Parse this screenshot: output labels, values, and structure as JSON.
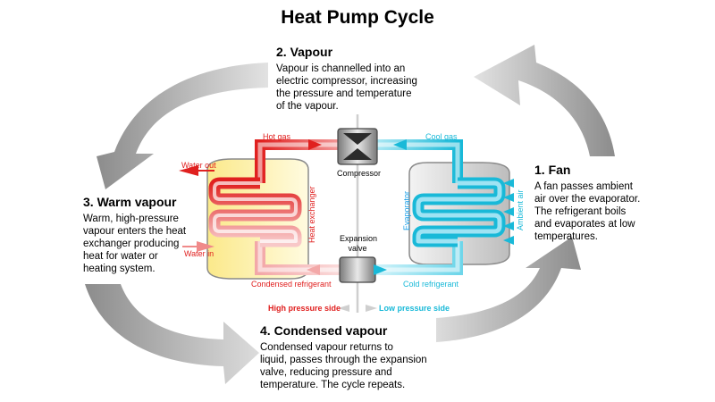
{
  "title": "Heat Pump Cycle",
  "steps": {
    "vapour": {
      "title": "2. Vapour",
      "body": [
        "Vapour is channelled into an",
        "electric compressor, increasing",
        "the pressure and temperature",
        "of the vapour."
      ]
    },
    "fan": {
      "title": "1. Fan",
      "body": [
        "A fan passes ambient",
        "air over the evaporator.",
        "The refrigerant boils",
        "and evaporates at low",
        "temperatures."
      ]
    },
    "warm": {
      "title": "3. Warm vapour",
      "body": [
        "Warm, high-pressure",
        "vapour enters the heat",
        "exchanger producing",
        "heat for water or",
        "heating system."
      ]
    },
    "condensed": {
      "title": "4. Condensed vapour",
      "body": [
        "Condensed vapour returns to",
        "liquid, passes through the expansion",
        "valve, reducing pressure and",
        "temperature. The cycle repeats."
      ]
    }
  },
  "labels": {
    "hot_gas": "Hot gas",
    "cool_gas": "Cool gas",
    "compressor": "Compressor",
    "water_out": "Water out",
    "water_in": "Water in",
    "heat_exchanger": "Heat exchanger",
    "evaporator": "Evaporator",
    "ambient_air": "Ambient air",
    "expansion_valve": [
      "Expansion",
      "valve"
    ],
    "condensed_refrigerant": "Condensed refrigerant",
    "cold_refrigerant": "Cold refrigerant",
    "high_pressure_side": "High pressure side",
    "low_pressure_side": "Low pressure side"
  },
  "colors": {
    "hot": "#e0201f",
    "cool": "#19b9d8",
    "pipe_hot_fill": "#ffffff",
    "exchanger_fill": "#fff4b8",
    "evaporator_fill": "#d9d9d9",
    "arrow_gray": "#a9a9a9"
  }
}
